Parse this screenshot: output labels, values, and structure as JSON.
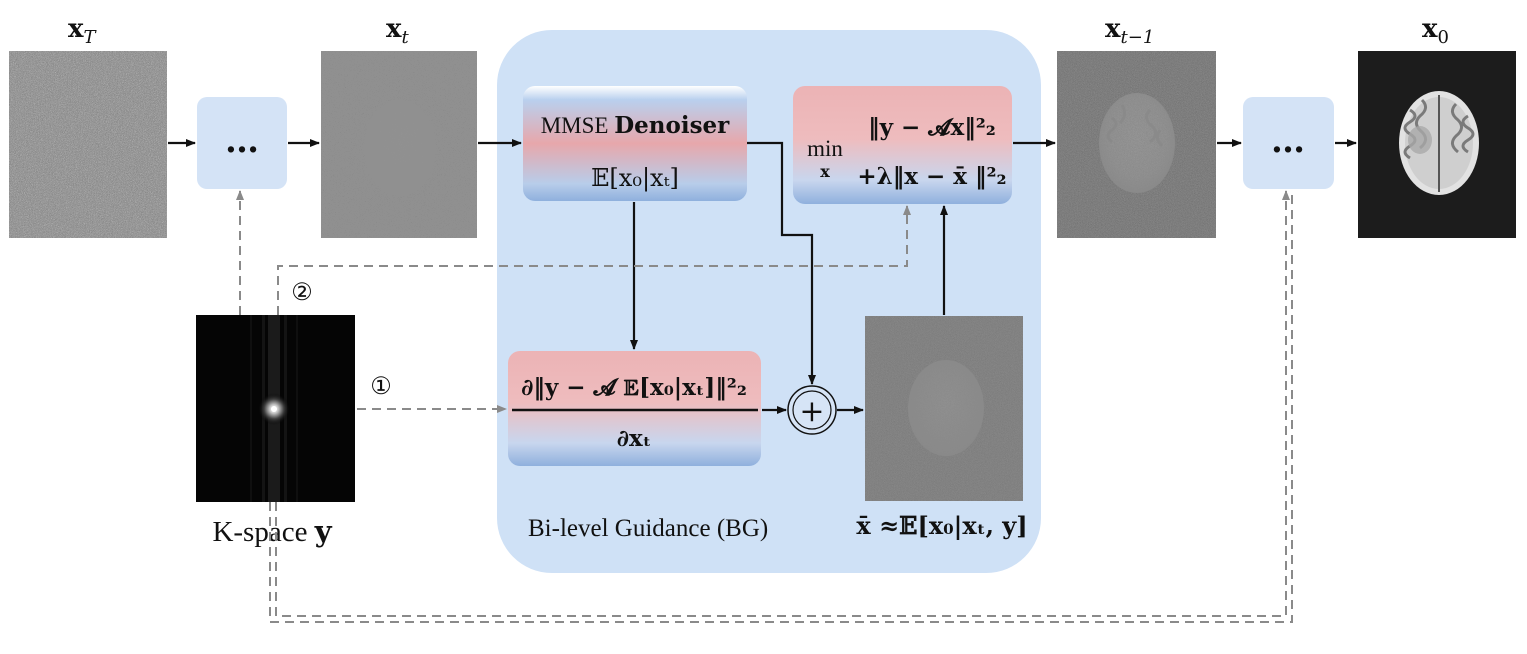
{
  "labels": {
    "x_T": "x",
    "x_T_sub": "T",
    "x_t": "x",
    "x_t_sub": "t",
    "x_tm1": "x",
    "x_tm1_sub": "t−1",
    "x_0": "x",
    "x_0_sub": "0",
    "ellipsis_left": "…",
    "ellipsis_right": "…",
    "kspace": "K-space",
    "kspace_var": "y",
    "step1": "①",
    "step2": "②"
  },
  "bg_panel": {
    "caption": "Bi-level  Guidance (BG)"
  },
  "denoiser": {
    "title_prefix": "MMSE",
    "title_bold": "Denoiser",
    "expr": "𝔼[x₀|xₜ]"
  },
  "gradient": {
    "numerator": "∂‖y − 𝓐 𝔼[x₀|xₜ]‖²₂",
    "denominator": "∂xₜ"
  },
  "optimizer": {
    "min": "min",
    "min_sub": "x",
    "line1": "‖y − 𝓐x‖²₂",
    "line2": "+λ‖x − x̄ ‖²₂"
  },
  "xbar_caption": "x̄ ≈𝔼[x₀|xₜ, y]",
  "sum_symbol": "+",
  "colors": {
    "panel_bg": "#cfe1f6",
    "box_light": "#d9e6f5",
    "blue": "#8fb0dd",
    "pink": "#e9b1b3",
    "arrow": "#111111",
    "dashed": "#8a8a8a"
  }
}
